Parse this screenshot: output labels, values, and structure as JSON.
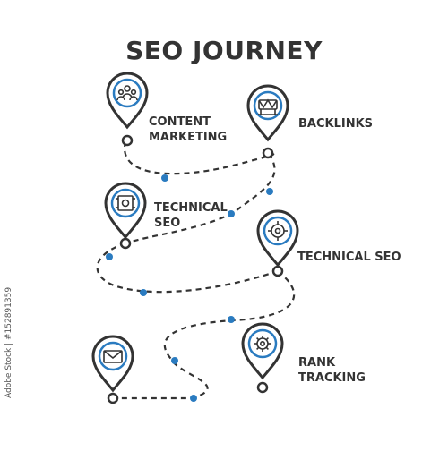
{
  "title": "SEO JOURNEY",
  "colors": {
    "outline": "#333333",
    "accent": "#2a7bc0",
    "background": "#ffffff"
  },
  "stages": [
    {
      "icon": "people-icon",
      "label_lines": [
        "CONTENT",
        "MARKETING"
      ]
    },
    {
      "icon": "handshake-icon",
      "label_lines": [
        "BACKLINKS"
      ]
    },
    {
      "icon": "chip-icon",
      "label_lines": [
        "TECHNICAL",
        "SEO"
      ]
    },
    {
      "icon": "crosshair-icon",
      "label_lines": [
        "TECHNICAL SEO"
      ]
    },
    {
      "icon": "envelope-icon",
      "label_lines": []
    },
    {
      "icon": "gear-icon",
      "label_lines": [
        "RANK",
        "TRACKING"
      ]
    }
  ],
  "watermark": {
    "id_text": "Adobe Stock | #152891359"
  }
}
